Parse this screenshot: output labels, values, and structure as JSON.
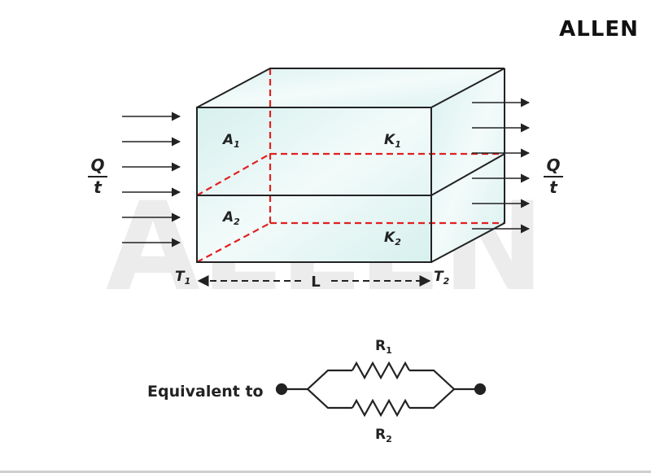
{
  "brand": {
    "logo_text": "ALLEN",
    "watermark_text": "ALLEN",
    "logo_color": "#111111",
    "watermark_color": "#ececec"
  },
  "colors": {
    "slab_face": "#d7f0ee",
    "slab_face_light": "#f2fbfa",
    "edge": "#222222",
    "hidden_edge": "#e02020",
    "arrow": "#222222"
  },
  "heat_flow": {
    "left_label": {
      "numerator": "Q",
      "denominator": "t"
    },
    "right_label": {
      "numerator": "Q",
      "denominator": "t"
    },
    "incoming_arrow_count": 6,
    "outgoing_arrow_count": 6
  },
  "slab": {
    "upper": {
      "area_label": {
        "base": "A",
        "sub": "1"
      },
      "conductivity_label": {
        "base": "K",
        "sub": "1"
      }
    },
    "lower": {
      "area_label": {
        "base": "A",
        "sub": "2"
      },
      "conductivity_label": {
        "base": "K",
        "sub": "2"
      }
    }
  },
  "temperatures": {
    "left": {
      "base": "T",
      "sub": "1"
    },
    "right": {
      "base": "T",
      "sub": "2"
    }
  },
  "length_label": "L",
  "equivalent": {
    "caption": "Equivalent to",
    "resistor_top": {
      "base": "R",
      "sub": "1"
    },
    "resistor_bottom": {
      "base": "R",
      "sub": "2"
    }
  }
}
